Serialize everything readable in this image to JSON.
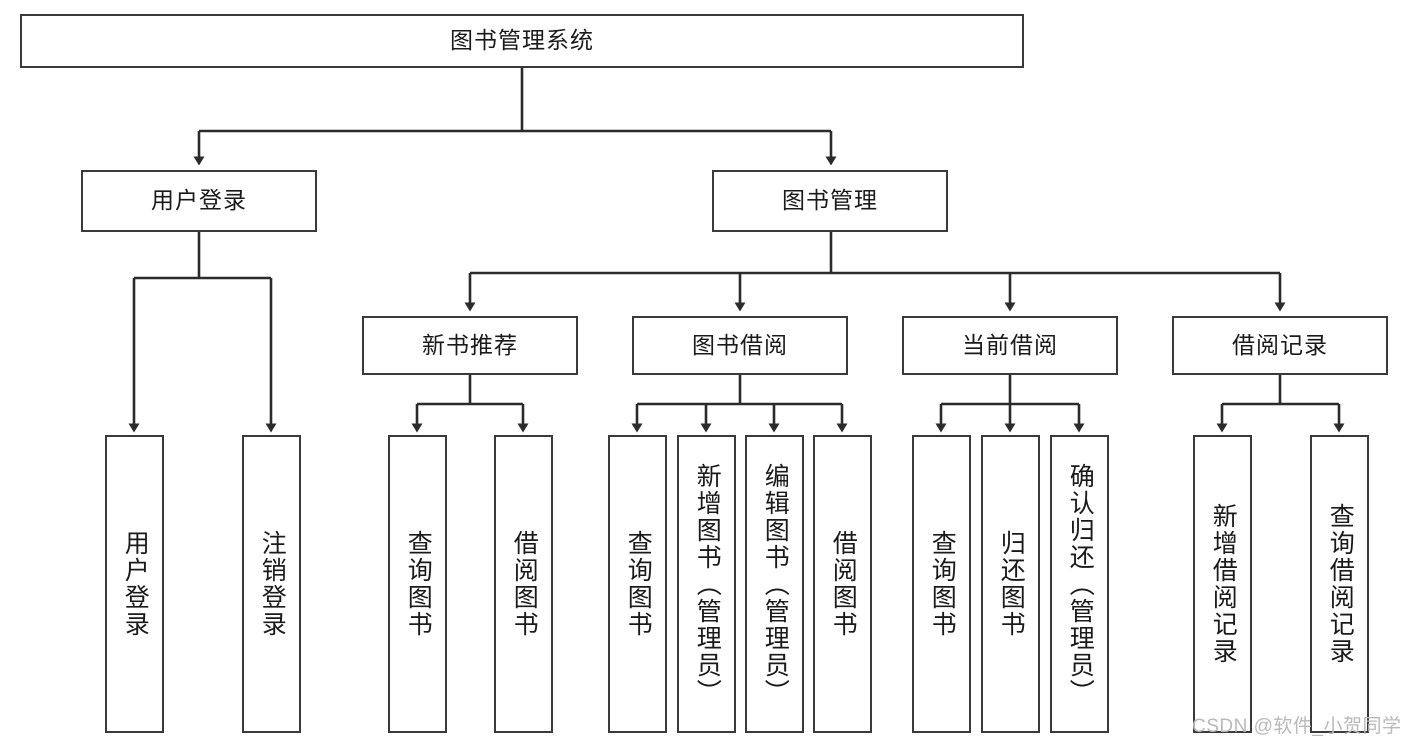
{
  "diagram": {
    "type": "tree-hierarchy",
    "title": "图书管理系统",
    "orientation": "top-down",
    "colors": {
      "box_border": "#3a3a3a",
      "box_fill": "#ffffff",
      "edge": "#2b2b2b",
      "text": "#1a1a1a",
      "watermark": "#b9b9b9"
    },
    "levels": {
      "level1": [
        {
          "id": "root",
          "label": "图书管理系统"
        }
      ],
      "level2": [
        {
          "id": "user-login",
          "label": "用户登录",
          "parent": "root"
        },
        {
          "id": "book-manage",
          "label": "图书管理",
          "parent": "root"
        }
      ],
      "level3": [
        {
          "id": "new-book-rec",
          "label": "新书推荐",
          "parent": "book-manage"
        },
        {
          "id": "book-borrow",
          "label": "图书借阅",
          "parent": "book-manage"
        },
        {
          "id": "current-borrow",
          "label": "当前借阅",
          "parent": "book-manage"
        },
        {
          "id": "borrow-record",
          "label": "借阅记录",
          "parent": "book-manage"
        }
      ],
      "level4": [
        {
          "id": "leaf-user-login",
          "label": "用户登录",
          "parent": "user-login"
        },
        {
          "id": "leaf-logout",
          "label": "注销登录",
          "parent": "user-login"
        },
        {
          "id": "leaf-query-book-1",
          "label": "查询图书",
          "parent": "new-book-rec"
        },
        {
          "id": "leaf-borrow-book-1",
          "label": "借阅图书",
          "parent": "new-book-rec"
        },
        {
          "id": "leaf-query-book-2",
          "label": "查询图书",
          "parent": "book-borrow"
        },
        {
          "id": "leaf-add-book",
          "label": "新增图书（管理员）",
          "parent": "book-borrow"
        },
        {
          "id": "leaf-edit-book",
          "label": "编辑图书（管理员）",
          "parent": "book-borrow"
        },
        {
          "id": "leaf-borrow-book-2",
          "label": "借阅图书",
          "parent": "book-borrow"
        },
        {
          "id": "leaf-query-book-3",
          "label": "查询图书",
          "parent": "current-borrow"
        },
        {
          "id": "leaf-return-book",
          "label": "归还图书",
          "parent": "current-borrow"
        },
        {
          "id": "leaf-confirm-return",
          "label": "确认归还（管理员）",
          "parent": "current-borrow"
        },
        {
          "id": "leaf-add-record",
          "label": "新增借阅记录",
          "parent": "borrow-record"
        },
        {
          "id": "leaf-query-record",
          "label": "查询借阅记录",
          "parent": "borrow-record"
        }
      ]
    }
  },
  "watermark": {
    "text": "CSDN @软件_小贺同学"
  }
}
